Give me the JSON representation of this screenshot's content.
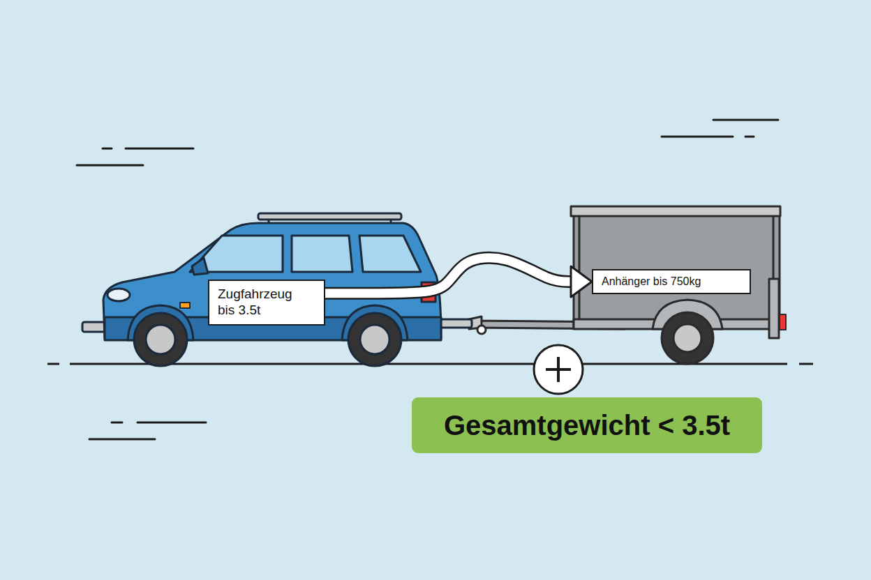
{
  "diagram": {
    "nodes": [
      {
        "text": [
          "Zugfahrzeug bis 3.5t"
        ]
      },
      {
        "text": [
          "Anhänger bis 750kg"
        ]
      },
      {
        "text": [
          "Gesamtgewicht < 3.5t"
        ]
      }
    ],
    "edges": [
      {
        "from": 0,
        "to": 1,
        "arrow": "to"
      }
    ]
  }
}
